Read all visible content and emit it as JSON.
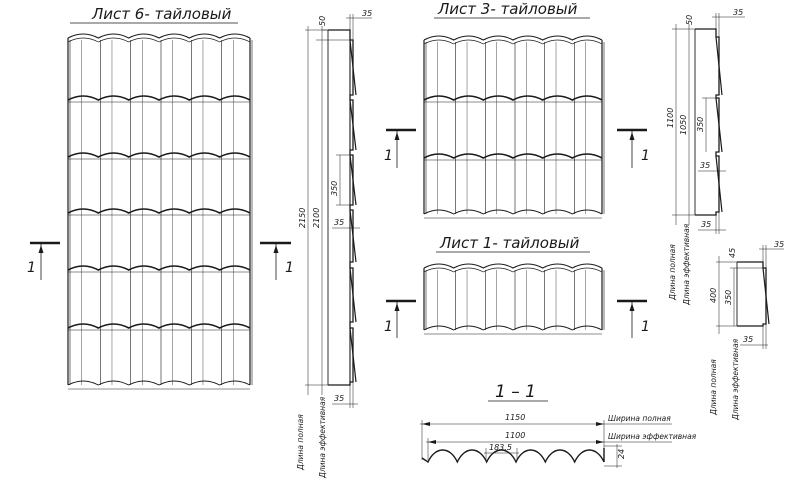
{
  "titles": {
    "sheet6": "Лист  6- тайловый",
    "sheet3": "Лист  3- тайловый",
    "sheet1": "Лист  1- тайловый",
    "section": "1 – 1"
  },
  "section_marker": "1",
  "labels": {
    "length_full": "Длина полная",
    "length_effective": "Длина эффективная",
    "width_full": "Ширина полная",
    "width_effective": "Ширина эффективная"
  },
  "dims6": {
    "total": "2150",
    "effective": "2100",
    "top": "50",
    "step": "350",
    "rise": "35",
    "rise_top": "35",
    "rise_bottom": "35"
  },
  "dims3": {
    "total": "1100",
    "effective": "1050",
    "top": "50",
    "step": "350",
    "rise": "35",
    "rise_top": "35",
    "rise_bottom": "35"
  },
  "dims1": {
    "total": "400",
    "step": "350",
    "top": "45",
    "rise_top": "35",
    "rise_bottom": "35"
  },
  "dims_section": {
    "full": "1150",
    "effective": "1100",
    "wave": "183,5",
    "height": "24"
  }
}
